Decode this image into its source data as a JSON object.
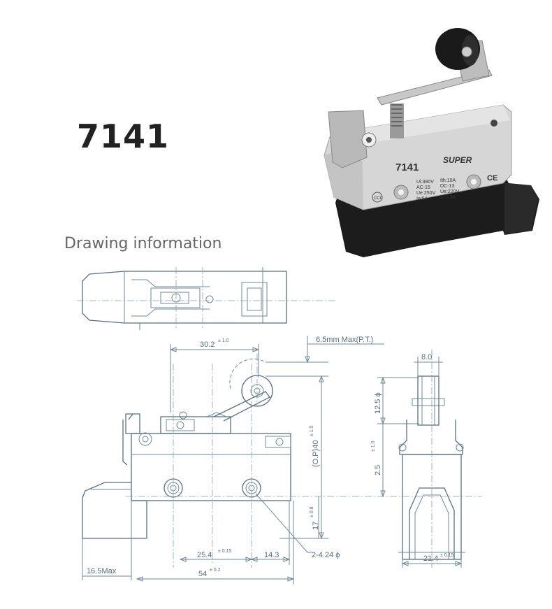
{
  "model_title": "7141",
  "section_title": "Drawing information",
  "photo": {
    "brand": "SUPER",
    "model": "7141",
    "ratings_left": [
      "Ui:380V",
      "AC-15",
      "Ue:250V",
      "Ie:5A"
    ],
    "ratings_right": [
      "Ith:10A",
      "DC-13",
      "Ue:220V",
      "Ie:0.3A"
    ],
    "ce_mark": "CE",
    "ccc_mark": "CCC"
  },
  "dimensions": {
    "d_30_2": "30.2",
    "d_30_2_tol": "± 1.0",
    "d_pt": "6.5mm Max(P.T.)",
    "d_op40": "(O.P)40",
    "d_op40_tol": "± 1.5",
    "d_17": "17",
    "d_17_tol": "± 0.8",
    "d_25_4": "25.4",
    "d_25_4_tol": "± 0.15",
    "d_14_3": "14.3",
    "d_holes": "2-4.24 ϕ",
    "d_16_5": "16.5Max",
    "d_54": "54",
    "d_54_tol": "± 0.2",
    "d_8_0": "8.0",
    "d_12_5": "12.5 ϕ",
    "d_2_5": "2.5",
    "d_2_5_tol": "± 1.0",
    "d_21_4": "21.4",
    "d_21_4_tol": "± 0.15"
  }
}
